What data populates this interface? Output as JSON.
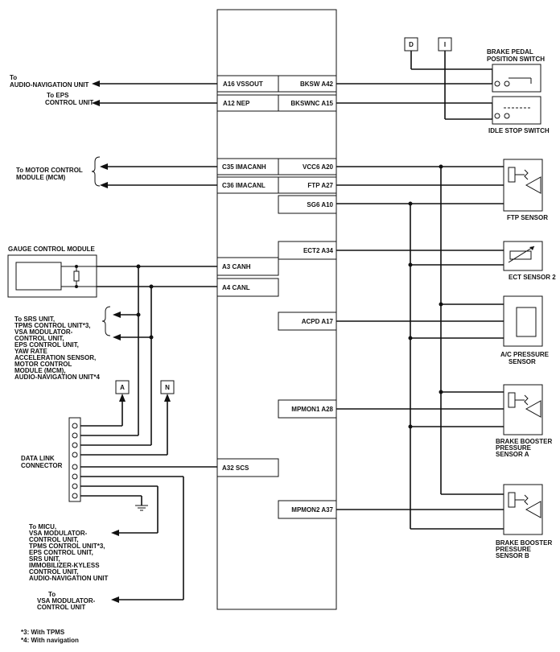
{
  "ecm_pins_left": {
    "a16": "A16 VSSOUT",
    "a12": "A12 NEP",
    "c35": "C35 IMACANH",
    "c36": "C36 IMACANL",
    "a3": "A3 CANH",
    "a4": "A4 CANL",
    "a32": "A32 SCS"
  },
  "ecm_pins_right": {
    "a42": "BKSW A42",
    "a15": "BKSWNC A15",
    "a20": "VCC6 A20",
    "a27": "FTP A27",
    "a10": "SG6 A10",
    "a34": "ECT2 A34",
    "a17": "ACPD A17",
    "a28": "MPMON1 A28",
    "a37": "MPMON2 A37"
  },
  "destinations": {
    "audio_nav": [
      "To",
      "AUDIO-NAVIGATION UNIT"
    ],
    "eps": [
      "To EPS",
      "CONTROL UNIT"
    ],
    "mcm": [
      "To MOTOR CONTROL",
      "MODULE (MCM)"
    ],
    "can_group": [
      "To SRS UNIT,",
      "TPMS CONTROL UNIT*3,",
      "VSA MODULATOR-",
      "CONTROL UNIT,",
      "EPS CONTROL UNIT,",
      "YAW RATE",
      "ACCELERATION SENSOR,",
      "MOTOR CONTROL",
      "MODULE (MCM),",
      "AUDIO-NAVIGATION UNIT*4"
    ],
    "micu_group": [
      "To MICU,",
      "VSA MODULATOR-",
      "CONTROL UNIT,",
      "TPMS CONTROL UNIT*3,",
      "EPS CONTROL UNIT,",
      "SRS UNIT,",
      "IMMOBILIZER-KYLESS",
      "CONTROL UNIT,",
      "AUDIO-NAVIGATION UNIT"
    ],
    "vsa": [
      "To",
      "VSA MODULATOR-",
      "CONTROL UNIT"
    ]
  },
  "components": {
    "gauge": "GAUGE CONTROL MODULE",
    "dlc": [
      "DATA LINK",
      "CONNECTOR"
    ],
    "brake_switch": [
      "BRAKE PEDAL",
      "POSITION SWITCH"
    ],
    "idle_stop": "IDLE STOP SWITCH",
    "ftp": "FTP SENSOR",
    "ect2": "ECT SENSOR 2",
    "ac": [
      "A/C PRESSURE",
      "SENSOR"
    ],
    "bbp_a": [
      "BRAKE BOOSTER",
      "PRESSURE",
      "SENSOR A"
    ],
    "bbp_b": [
      "BRAKE BOOSTER",
      "PRESSURE",
      "SENSOR B"
    ]
  },
  "connectors": {
    "d": "D",
    "i": "I",
    "a": "A",
    "n": "N"
  },
  "footnotes": [
    "*3: With TPMS",
    "*4: With navigation"
  ]
}
